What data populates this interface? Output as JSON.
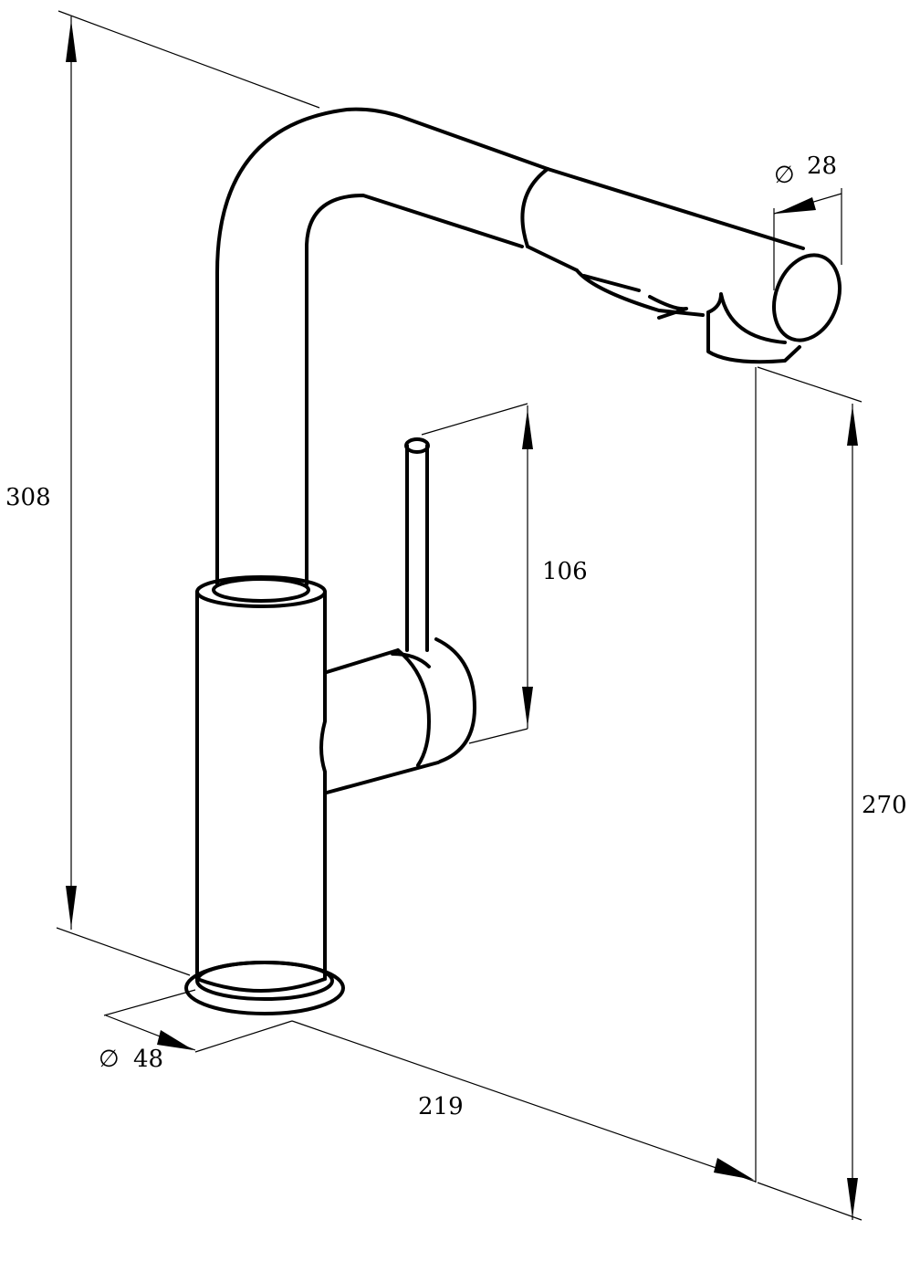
{
  "dimensions": {
    "total_height": "308",
    "spout_height": "270",
    "lever_height": "106",
    "spout_reach": "219",
    "spout_diameter": "28",
    "base_diameter": "48",
    "diameter_symbol": "∅"
  }
}
